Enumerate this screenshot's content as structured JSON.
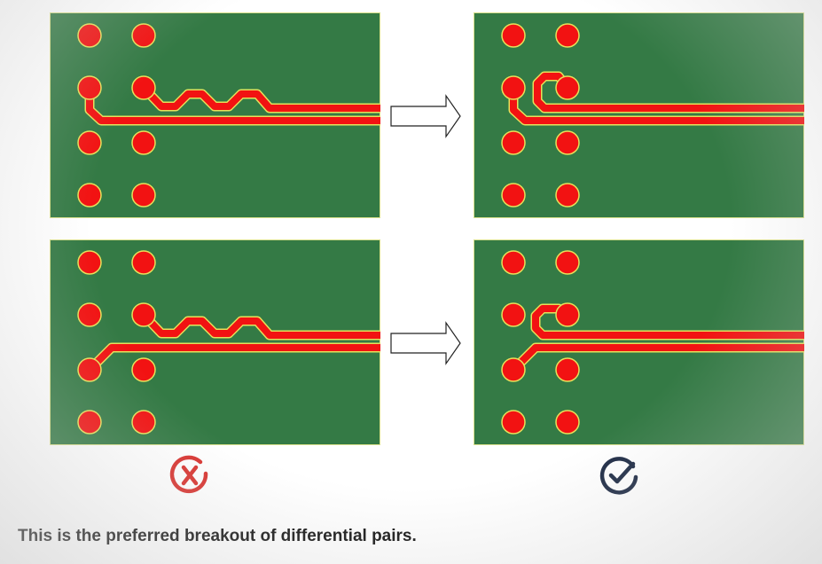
{
  "caption": "This is the preferred breakout of differential pairs.",
  "colors": {
    "board": "#347a45",
    "board_edge": "#d8e08a",
    "copper": "#f21212",
    "copper_outline": "#e7e05a",
    "bad_status": "#d9332f",
    "good_status": "#1d2a44"
  },
  "diagrams": [
    {
      "position": "top-left",
      "layout": "serpentine length tuning in pin field (not preferred)"
    },
    {
      "position": "top-right",
      "layout": "compact loop at pad (preferred)"
    },
    {
      "position": "bottom-left",
      "layout": "serpentine length tuning in pin field (not preferred)"
    },
    {
      "position": "bottom-right",
      "layout": "compact loop at pad (preferred)"
    }
  ],
  "status_icons": {
    "left": "x-circle-icon",
    "right": "check-circle-icon"
  }
}
